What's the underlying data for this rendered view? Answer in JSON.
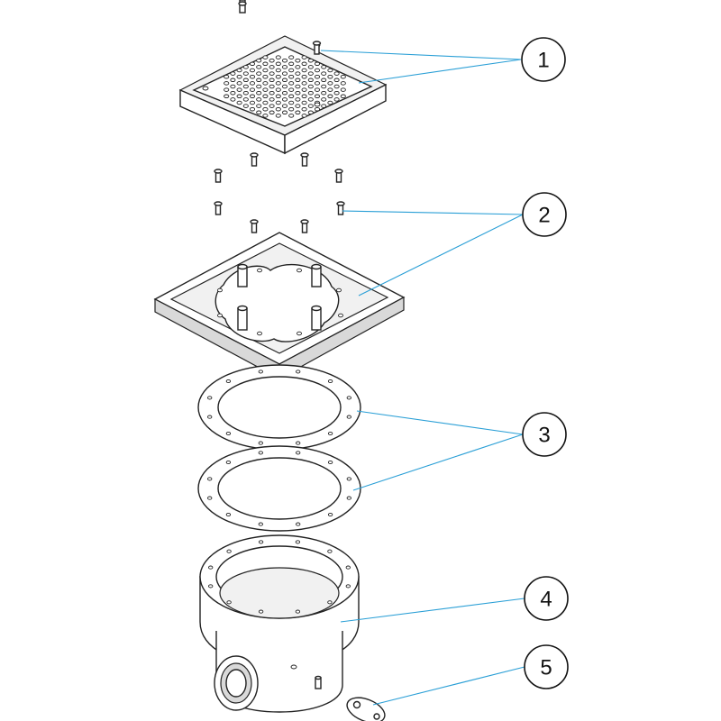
{
  "callouts": [
    {
      "id": 1,
      "label": "1"
    },
    {
      "id": 2,
      "label": "2"
    },
    {
      "id": 3,
      "label": "3"
    },
    {
      "id": 4,
      "label": "4"
    },
    {
      "id": 5,
      "label": "5"
    }
  ],
  "colors": {
    "leader": "#2a9fd6",
    "outline": "#222222",
    "background": "#ffffff"
  }
}
